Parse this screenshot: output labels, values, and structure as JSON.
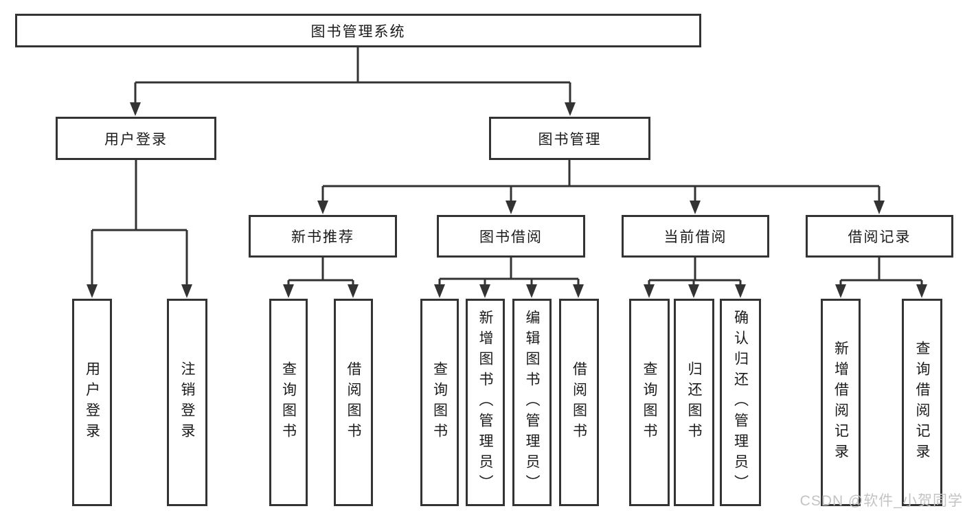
{
  "tree": {
    "root": {
      "label": "图书管理系统"
    },
    "branches": [
      {
        "label": "用户登录",
        "children": [
          {
            "label": "用户登录"
          },
          {
            "label": "注销登录"
          }
        ]
      },
      {
        "label": "图书管理",
        "children": [
          {
            "label": "新书推荐",
            "children": [
              {
                "label": "查询图书"
              },
              {
                "label": "借阅图书"
              }
            ]
          },
          {
            "label": "图书借阅",
            "children": [
              {
                "label": "查询图书"
              },
              {
                "label": "新增图书（管理员）"
              },
              {
                "label": "编辑图书（管理员）"
              },
              {
                "label": "借阅图书"
              }
            ]
          },
          {
            "label": "当前借阅",
            "children": [
              {
                "label": "查询图书"
              },
              {
                "label": "归还图书"
              },
              {
                "label": "确认归还（管理员）"
              }
            ]
          },
          {
            "label": "借阅记录",
            "children": [
              {
                "label": "新增借阅记录"
              },
              {
                "label": "查询借阅记录"
              }
            ]
          }
        ]
      }
    ]
  },
  "watermark": {
    "text": "CSDN @软件_小贺同学"
  },
  "colors": {
    "line": "#333333",
    "text": "#1b1b1b",
    "watermark": "#c3c3c3",
    "background": "#ffffff"
  }
}
